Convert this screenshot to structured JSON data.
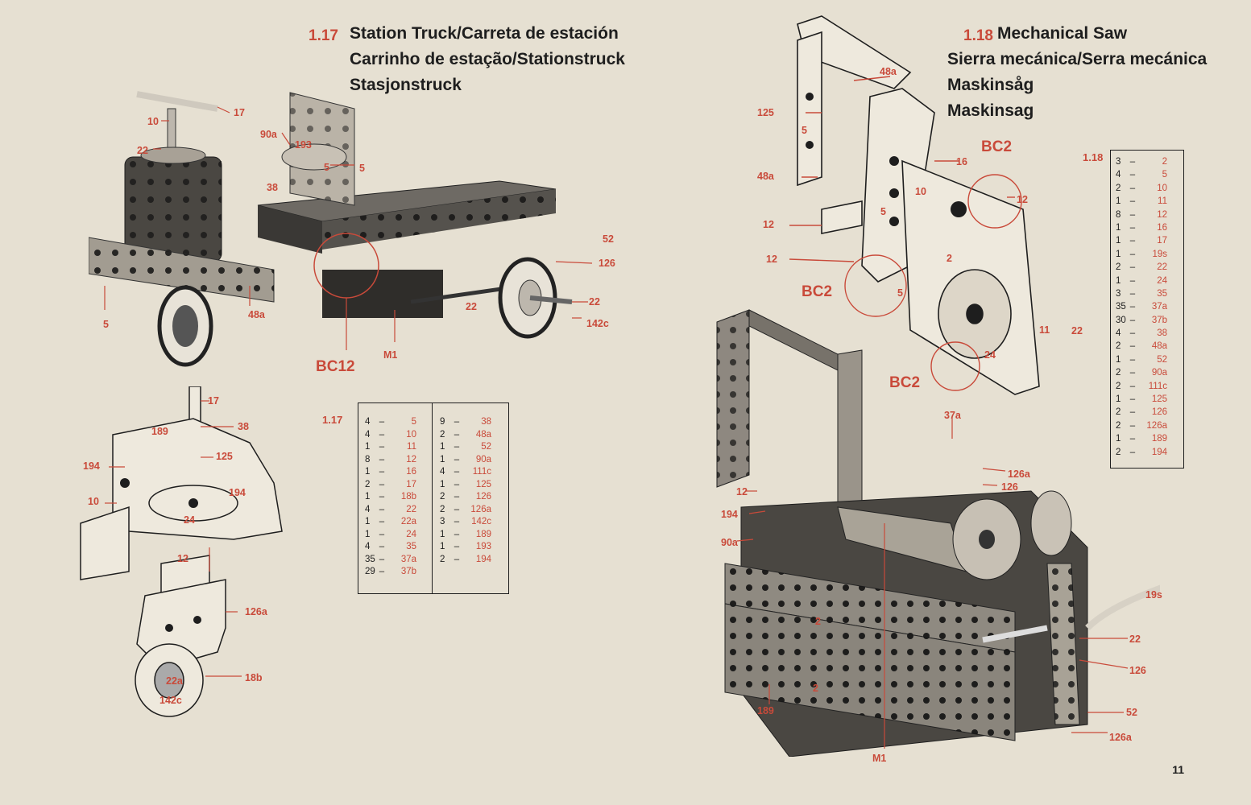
{
  "left": {
    "model_number": "1.17",
    "title_lines": [
      "Station Truck/Carreta de estación",
      "Carrinho de estação/Stationstruck",
      "Stasjonstruck"
    ],
    "callouts": {
      "truck": [
        "17",
        "10",
        "22",
        "90a",
        "193",
        "5",
        "5",
        "38",
        "52",
        "126",
        "22",
        "142c",
        "22",
        "48a",
        "5",
        "M1"
      ],
      "truck_big": "BC12",
      "detail": [
        "17",
        "38",
        "189",
        "125",
        "194",
        "194",
        "10",
        "24",
        "12",
        "126a",
        "18b",
        "22a",
        "142c"
      ]
    },
    "parts_label": "1.17",
    "parts": [
      {
        "q": "4",
        "p": "5"
      },
      {
        "q": "4",
        "p": "10"
      },
      {
        "q": "1",
        "p": "11"
      },
      {
        "q": "8",
        "p": "12"
      },
      {
        "q": "1",
        "p": "16"
      },
      {
        "q": "2",
        "p": "17"
      },
      {
        "q": "1",
        "p": "18b"
      },
      {
        "q": "4",
        "p": "22"
      },
      {
        "q": "1",
        "p": "22a"
      },
      {
        "q": "1",
        "p": "24"
      },
      {
        "q": "4",
        "p": "35"
      },
      {
        "q": "35",
        "p": "37a"
      },
      {
        "q": "29",
        "p": "37b"
      },
      {
        "q": "9",
        "p": "38"
      },
      {
        "q": "2",
        "p": "48a"
      },
      {
        "q": "1",
        "p": "52"
      },
      {
        "q": "1",
        "p": "90a"
      },
      {
        "q": "4",
        "p": "111c"
      },
      {
        "q": "1",
        "p": "125"
      },
      {
        "q": "2",
        "p": "126"
      },
      {
        "q": "2",
        "p": "126a"
      },
      {
        "q": "3",
        "p": "142c"
      },
      {
        "q": "1",
        "p": "189"
      },
      {
        "q": "1",
        "p": "193"
      },
      {
        "q": "2",
        "p": "194"
      }
    ]
  },
  "right": {
    "model_number": "1.18",
    "title_lines": [
      "Mechanical Saw",
      "Sierra mecánica/Serra mecánica",
      "Maskinsåg",
      "Maskinsag"
    ],
    "callouts": {
      "sketch": [
        "48a",
        "125",
        "5",
        "48a",
        "16",
        "10",
        "12",
        "12",
        "12",
        "5",
        "2",
        "5",
        "11",
        "22",
        "24"
      ],
      "sketch_big": [
        "BC2",
        "BC2",
        "BC2"
      ],
      "photo": [
        "37a",
        "126a",
        "126",
        "12",
        "194",
        "90a",
        "2",
        "2",
        "19s",
        "22",
        "126",
        "52",
        "126a",
        "189",
        "M1"
      ]
    },
    "parts_label": "1.18",
    "parts": [
      {
        "q": "3",
        "p": "2"
      },
      {
        "q": "4",
        "p": "5"
      },
      {
        "q": "2",
        "p": "10"
      },
      {
        "q": "1",
        "p": "11"
      },
      {
        "q": "8",
        "p": "12"
      },
      {
        "q": "1",
        "p": "16"
      },
      {
        "q": "1",
        "p": "17"
      },
      {
        "q": "1",
        "p": "19s"
      },
      {
        "q": "2",
        "p": "22"
      },
      {
        "q": "1",
        "p": "24"
      },
      {
        "q": "3",
        "p": "35"
      },
      {
        "q": "35",
        "p": "37a"
      },
      {
        "q": "30",
        "p": "37b"
      },
      {
        "q": "4",
        "p": "38"
      },
      {
        "q": "2",
        "p": "48a"
      },
      {
        "q": "1",
        "p": "52"
      },
      {
        "q": "2",
        "p": "90a"
      },
      {
        "q": "2",
        "p": "111c"
      },
      {
        "q": "1",
        "p": "125"
      },
      {
        "q": "2",
        "p": "126"
      },
      {
        "q": "2",
        "p": "126a"
      },
      {
        "q": "1",
        "p": "189"
      },
      {
        "q": "2",
        "p": "194"
      }
    ]
  },
  "page_number": "11",
  "colors": {
    "background": "#e6e0d2",
    "accent_red": "#c94a3a",
    "ink": "#1e1e1e"
  }
}
